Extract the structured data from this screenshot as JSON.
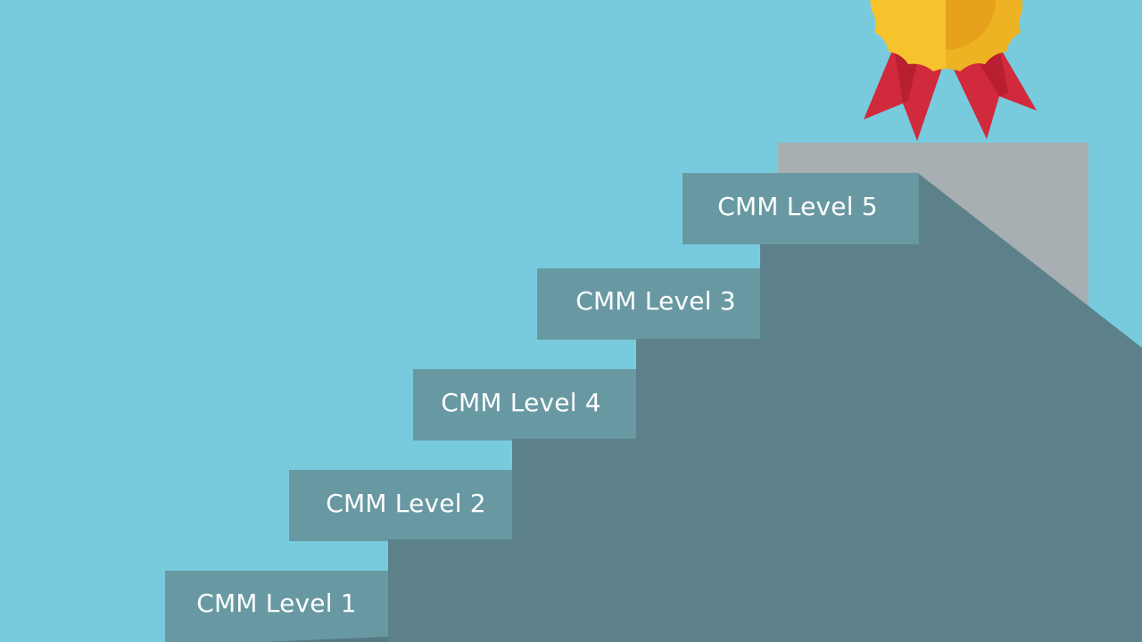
{
  "steps": [
    {
      "label": "CMM Level 1"
    },
    {
      "label": "CMM Level 2"
    },
    {
      "label": "CMM Level 4"
    },
    {
      "label": "CMM Level 3"
    },
    {
      "label": "CMM Level 5"
    }
  ],
  "colors": {
    "background": "#77cbdd",
    "step_face": "#6899a3",
    "step_front": "#5c818a",
    "step_shadow": "#567a83",
    "platform": "#a7afb2",
    "medal_gold": "#f6c32c",
    "medal_gold_dark": "#e6a21c",
    "ribbon": "#d12a3c",
    "ribbon_dark": "#b81f31",
    "label_text": "#ffffff"
  },
  "icons": {
    "award": "medal-ribbon-icon"
  }
}
